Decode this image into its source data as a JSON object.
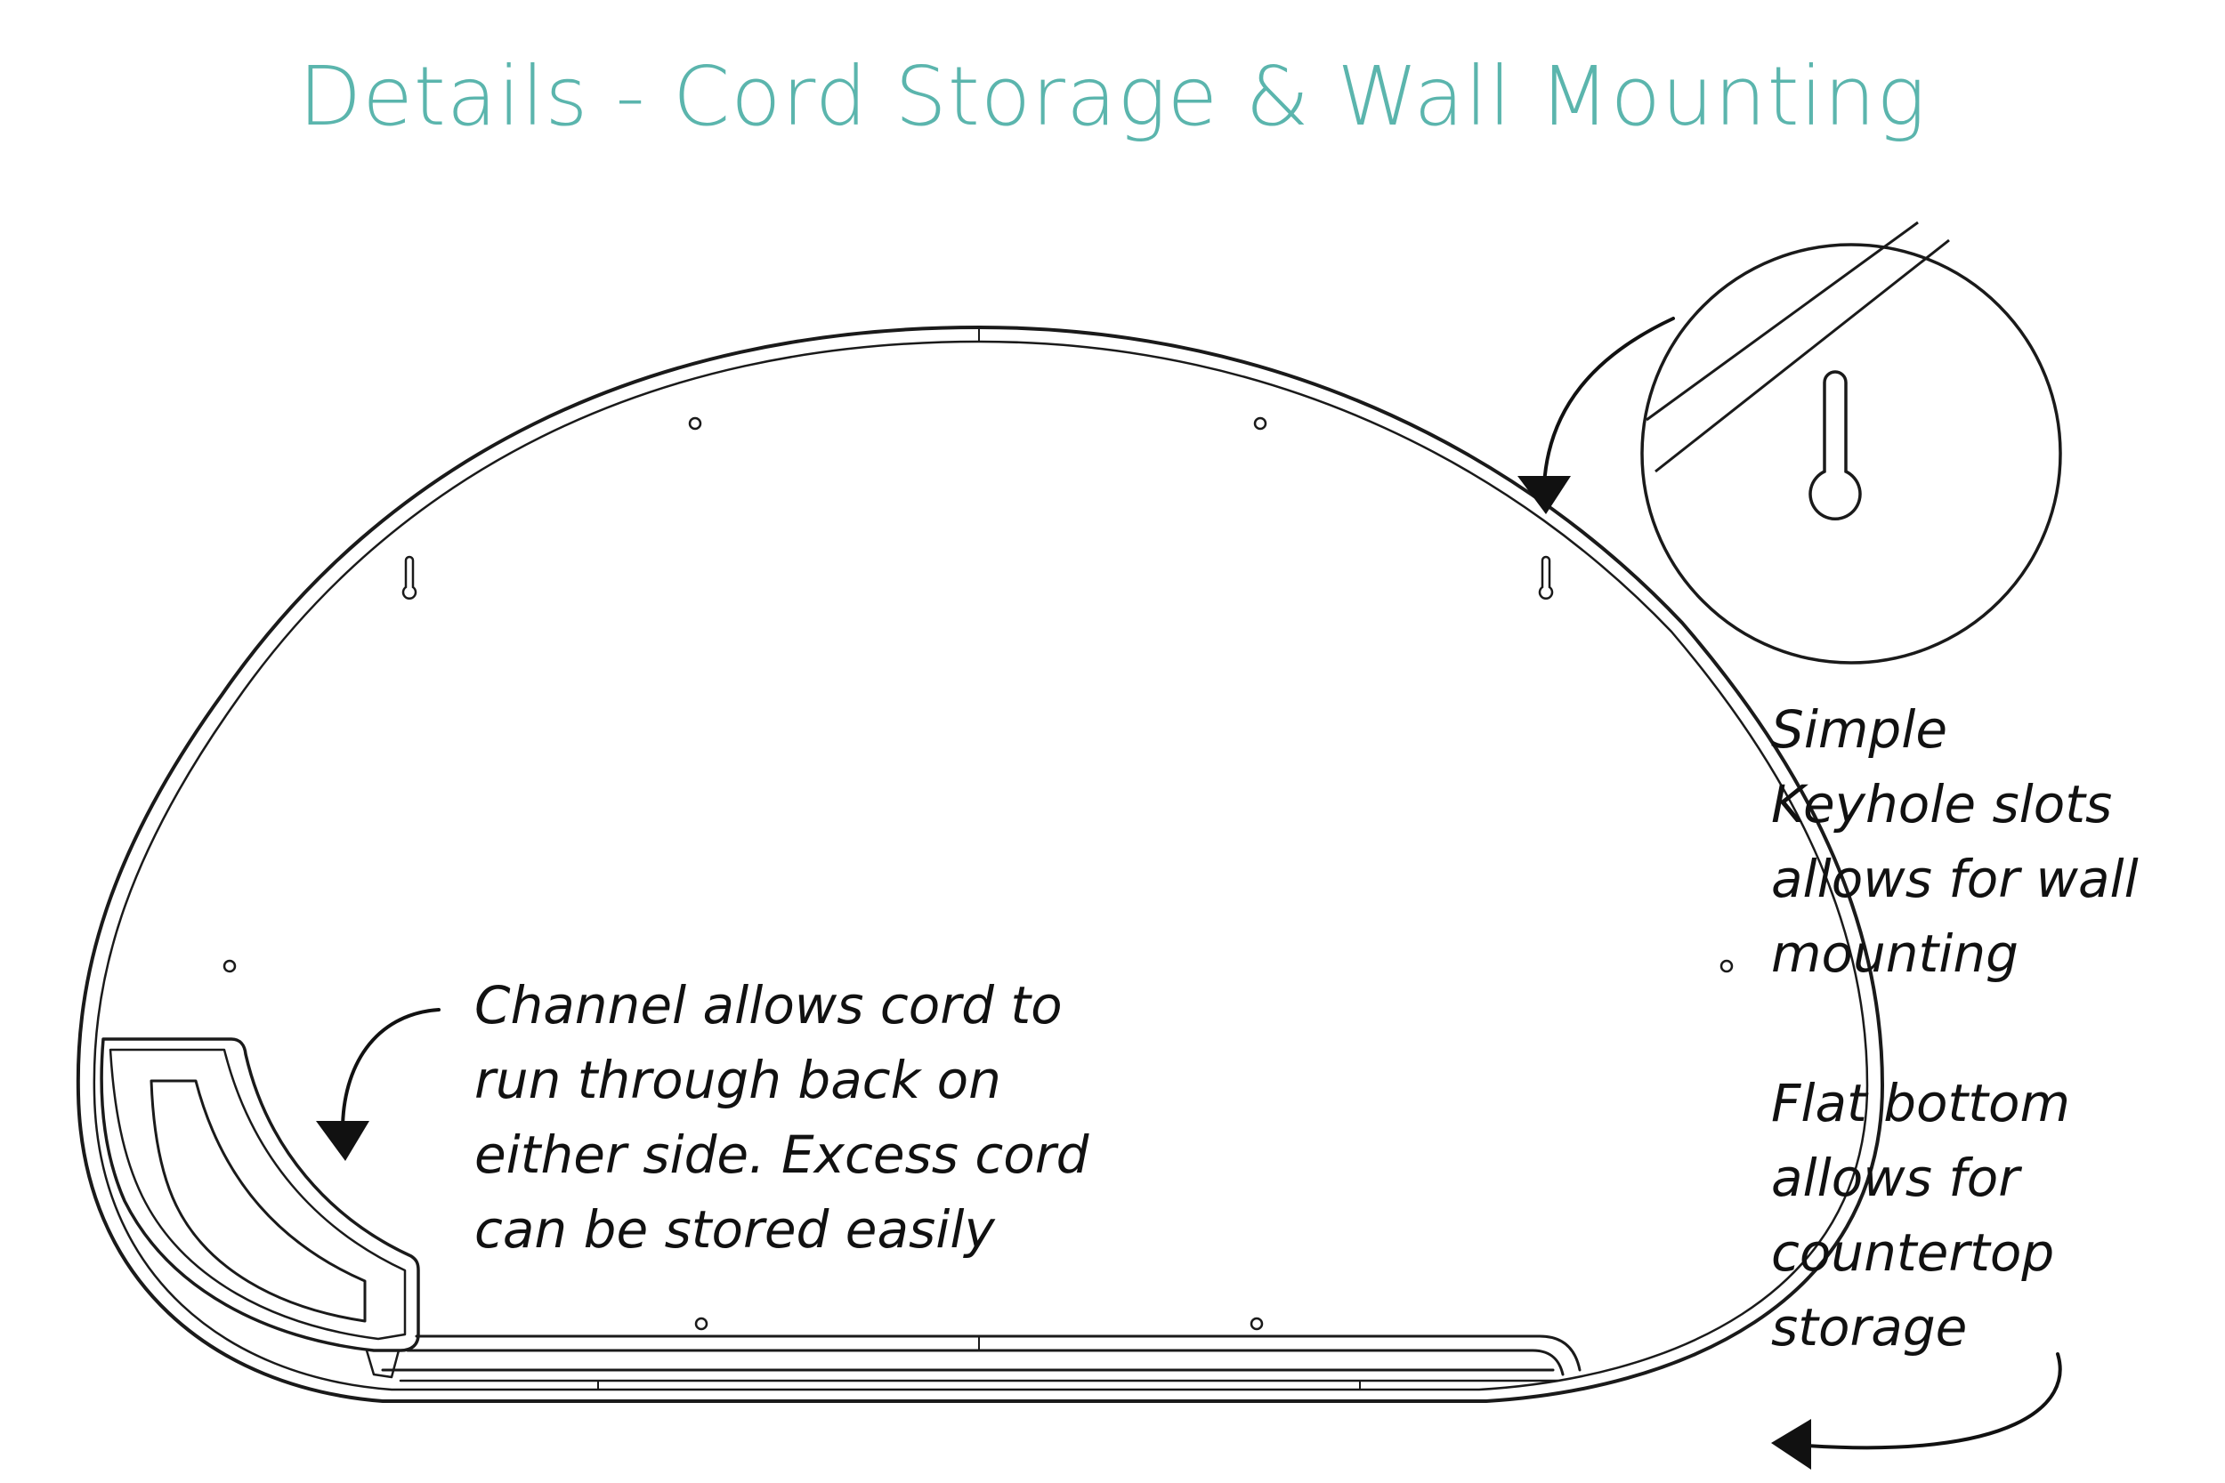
{
  "title": "Details - Cord Storage & Wall Mounting",
  "colors": {
    "title": "#5bb5ad",
    "line": "#1a1a1a",
    "background": "#ffffff"
  },
  "annotations": {
    "channel": {
      "lines": [
        "Channel allows cord to",
        "run through back on",
        "either side. Excess cord",
        "can be stored easily"
      ]
    },
    "keyhole": {
      "lines": [
        "Simple",
        "Keyhole slots",
        "allows for wall",
        "mounting"
      ]
    },
    "flat_bottom": {
      "lines": [
        "Flat bottom",
        "allows for",
        "countertop",
        "storage"
      ]
    }
  },
  "icons": {
    "keyhole": "keyhole-slot-icon",
    "screw_hole": "screw-hole-icon",
    "arrow": "curved-arrow-icon",
    "magnifier": "detail-magnifier-circle"
  }
}
